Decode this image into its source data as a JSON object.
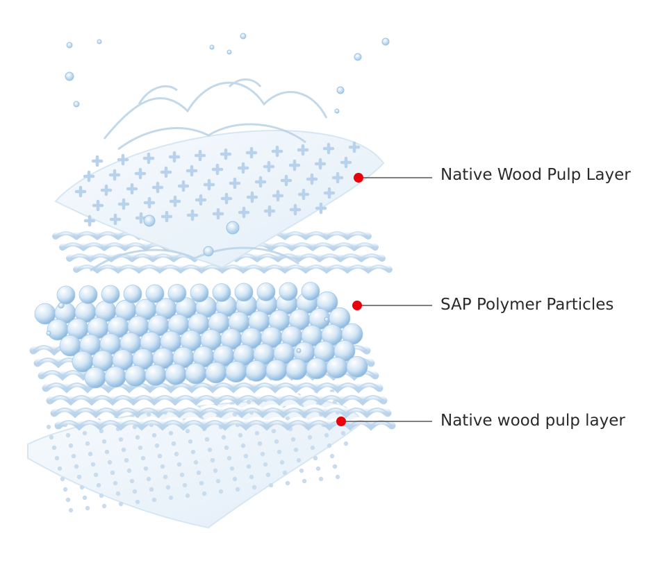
{
  "callouts": [
    {
      "id": "top",
      "label": "Native Wood Pulp Layer"
    },
    {
      "id": "mid",
      "label": "SAP Polymer Particles"
    },
    {
      "id": "bot",
      "label": "Native wood pulp layer"
    }
  ],
  "colors": {
    "marker": "#e8000b",
    "leader": "#555555",
    "sheet": "#eef5fb",
    "sheet_edge": "#d6e6f3",
    "pattern": "#c2d9ee",
    "sphere_light": "#ffffff",
    "sphere_dark": "#9dc3e6",
    "wave_light": "#f4f8fc",
    "wave_dark": "#b9d3ea",
    "water": "#cfe2f1"
  },
  "icons": {
    "marker": "red-dot-icon",
    "droplet": "water-droplet-icon"
  }
}
